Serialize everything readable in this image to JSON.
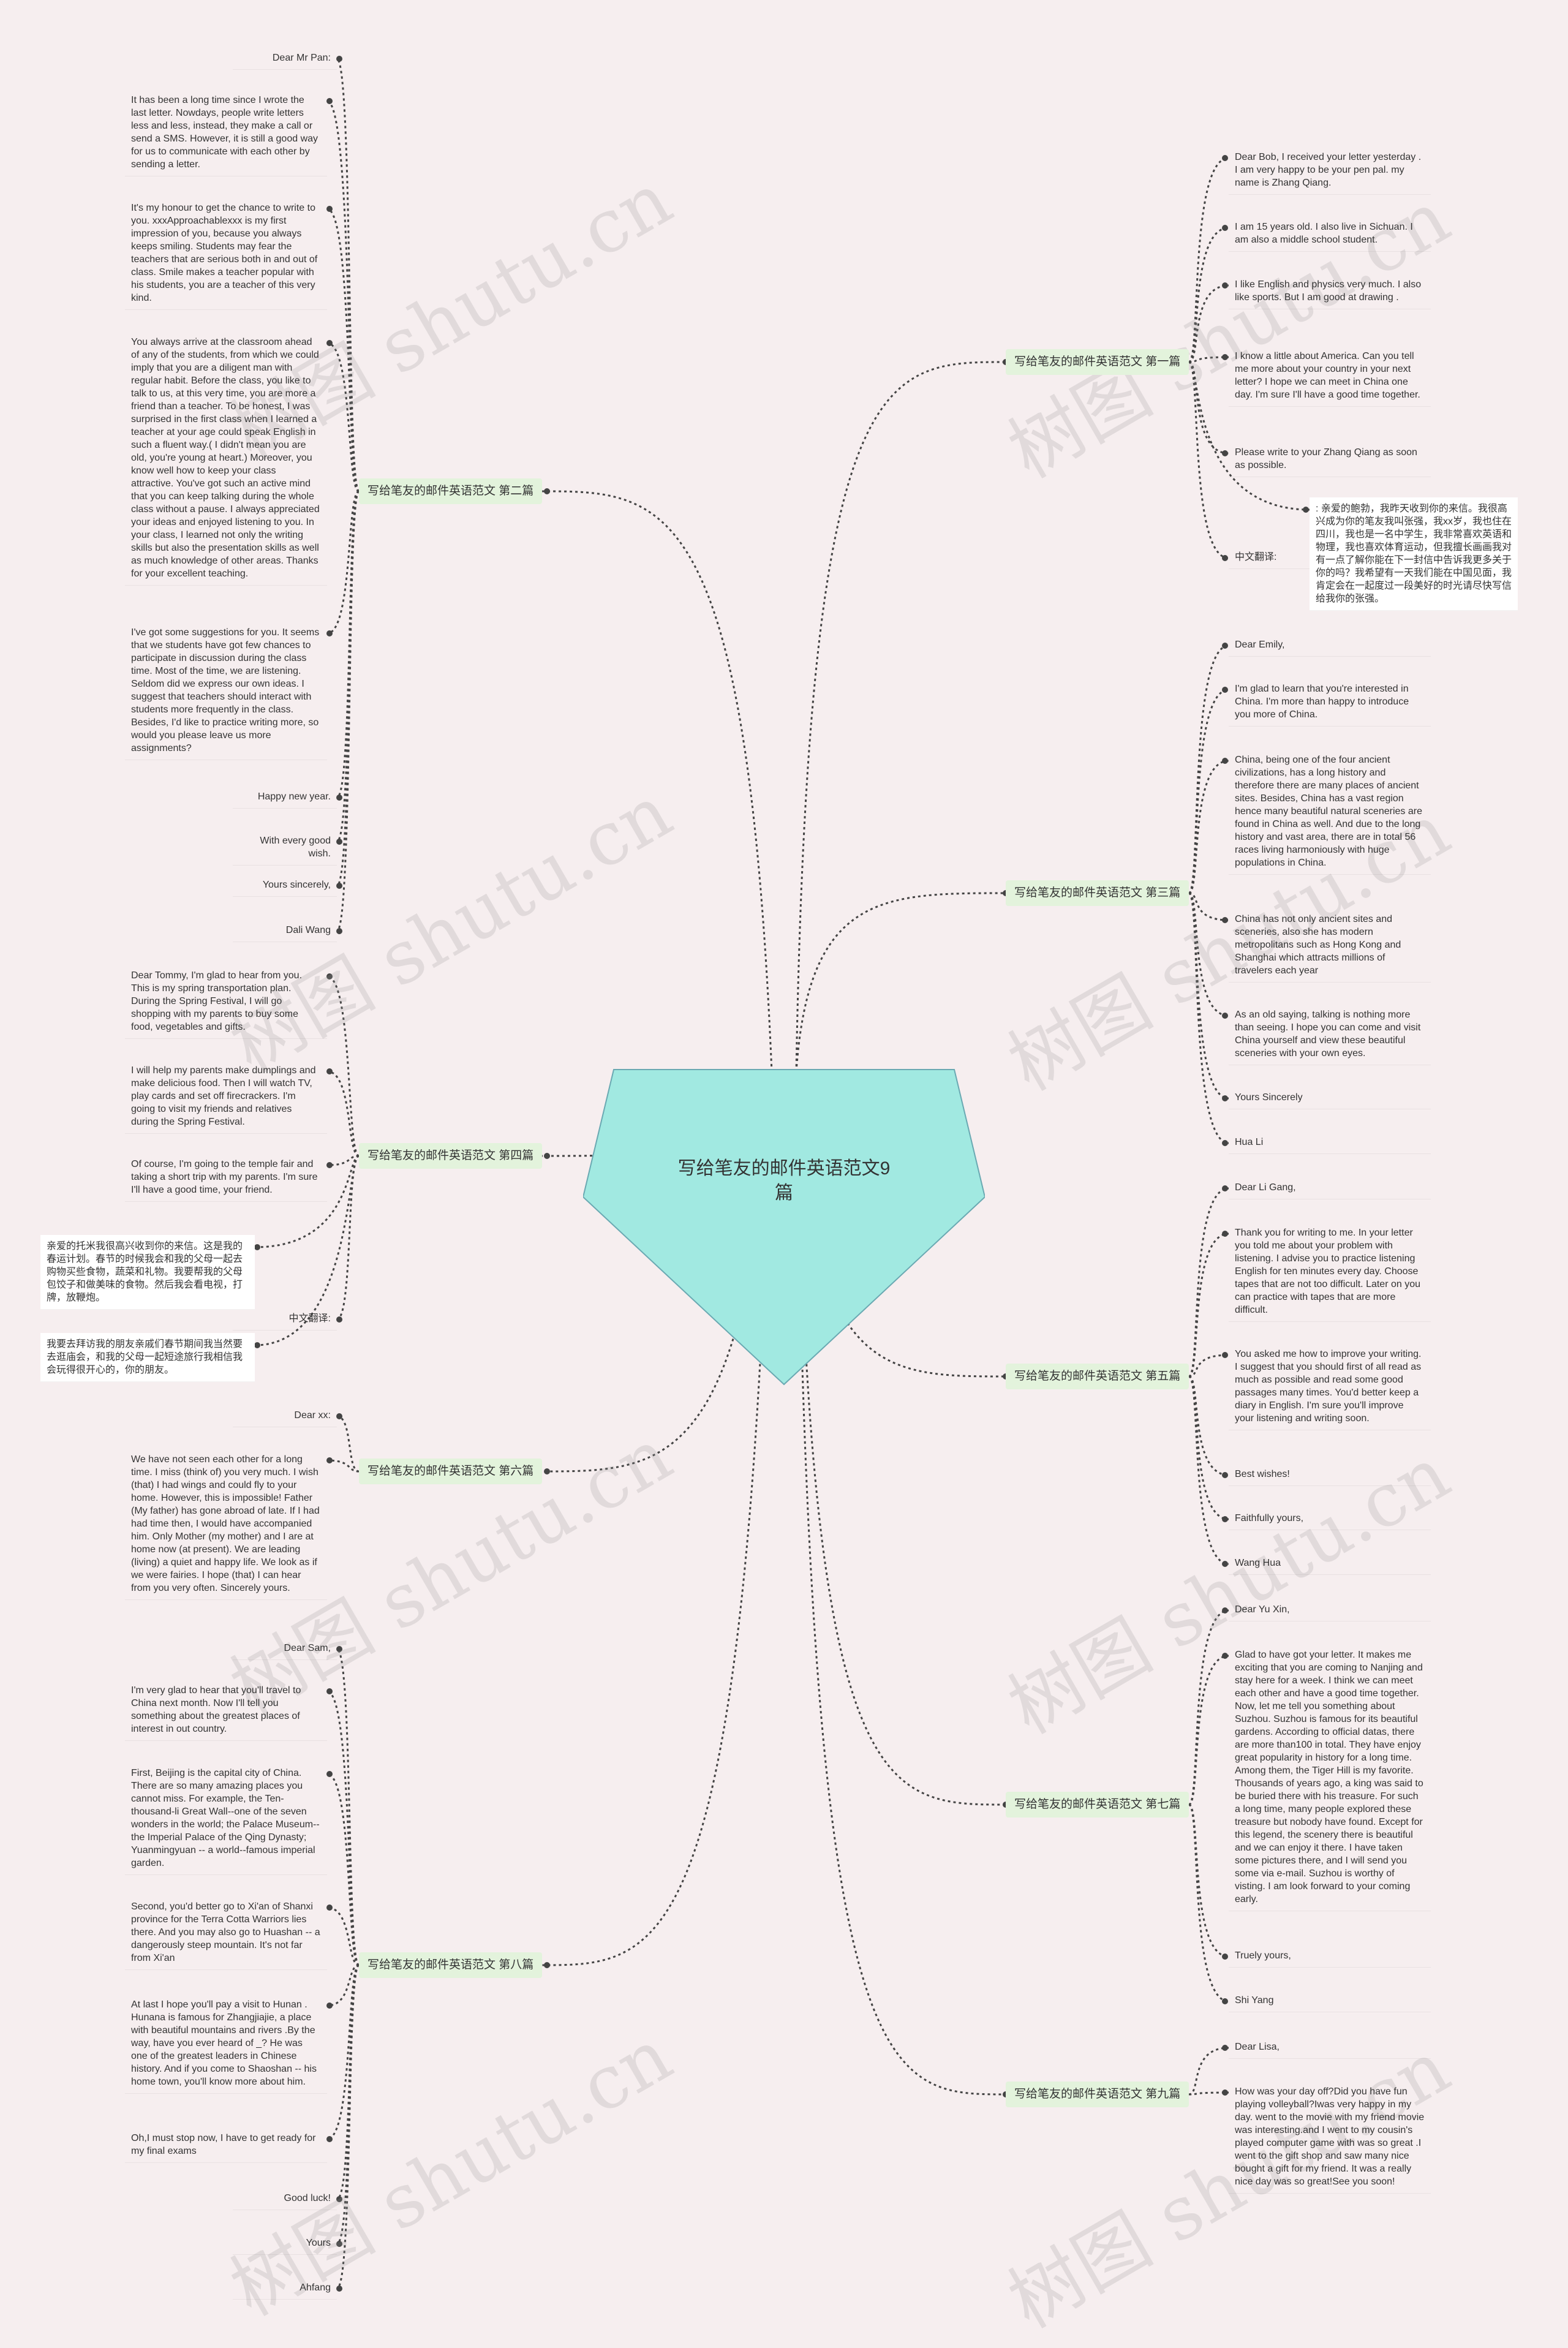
{
  "title": "写给笔友的邮件英语范文9篇",
  "watermarks": [
    "树图 shutu.cn",
    "树图 shutu.cn",
    "树图 shutu.cn",
    "树图 shutu.cn",
    "树图 shutu.cn",
    "树图 shutu.cn",
    "树图 shutu.cn",
    "树图 shutu.cn"
  ],
  "colors": {
    "background": "#f6eeef",
    "center_fill": "#a1e9e1",
    "branch_fill": "#e3f3dc",
    "link": "#444444"
  },
  "branches": {
    "b1": {
      "label": "写给笔友的邮件英语范文 第一篇",
      "items": [
        "Dear Bob, I received your letter yesterday . I am very happy to be your pen pal. my name is Zhang Qiang.",
        "I am 15 years old. I also live in Sichuan. I am also a middle school student.",
        "I like English and physics very much. I also like sports. But I am good at drawing .",
        "I know a little about America. Can you tell me more about your country in your next letter? I hope we can meet in China one day. I'm sure I'll have a good time together.",
        "Please write to your Zhang Qiang as soon as possible."
      ],
      "cn_label": "中文翻译:",
      "cn_text": ": 亲爱的鲍勃，我昨天收到你的来信。我很高兴成为你的笔友我叫张强，我xx岁，我也住在四川，我也是一名中学生，我非常喜欢英语和物理，我也喜欢体育运动，但我擅长画画我对有一点了解你能在下一封信中告诉我更多关于你的吗？我希望有一天我们能在中国见面，我肯定会在一起度过一段美好的时光请尽快写信给我你的张强。"
    },
    "b2": {
      "label": "写给笔友的邮件英语范文 第二篇",
      "items": [
        "Dear Mr Pan:",
        "It has been a long time since I wrote the last letter. Nowdays, people write letters less and less, instead, they make a call or send a SMS. However, it is still a good way for us to communicate with each other by sending a letter.",
        "It's my honour to get the chance to write to you. xxxApproachablexxx is my first impression of you, because you always keeps smiling. Students may fear the teachers that are serious both in and out of class. Smile makes a teacher popular with his students, you are a teacher of this very kind.",
        "You always arrive at the classroom ahead of any of the students, from which we could imply that you are a diligent man with regular habit. Before the class, you like to talk to us, at this very time, you are more a friend than a teacher. To be honest, I was surprised in the first class when I learned a teacher at your age could speak English in such a fluent way.( I didn't mean you are old, you're young at heart.) Moreover, you know well how to keep your class attractive. You've got such an active mind that you can keep talking during the whole class without a pause. I always appreciated your ideas and enjoyed listening to you. In your class, I learned not only the writing skills but also the presentation skills as well as much knowledge of other areas. Thanks for your excellent teaching.",
        "I've got some suggestions for you. It seems that we students have got few chances to participate in discussion during the class time. Most of the time, we are listening. Seldom did we express our own ideas. I suggest that teachers should interact with students more frequently in the class. Besides, I'd like to practice writing more, so would you please leave us more assignments?",
        "Happy new year.",
        "With every good wish.",
        "Yours sincerely,",
        "Dali Wang"
      ]
    },
    "b3": {
      "label": "写给笔友的邮件英语范文 第三篇",
      "items": [
        "Dear Emily,",
        "I'm glad to learn that you're interested in China. I'm more than happy to introduce you more of China.",
        "China, being one of the four ancient civilizations, has a long history and therefore there are many places of ancient sites. Besides, China has a vast region hence many beautiful natural sceneries are found in China as well. And due to the long history and vast area, there are in total 56 races living harmoniously with huge populations in China.",
        "China has not only ancient sites and sceneries, also she has modern metropolitans such as Hong Kong and Shanghai which attracts millions of travelers each year",
        "As an old saying, talking is nothing more than seeing. I hope you can come and visit China yourself and view these beautiful sceneries with your own eyes.",
        "Yours Sincerely",
        "Hua Li"
      ]
    },
    "b4": {
      "label": "写给笔友的邮件英语范文 第四篇",
      "items": [
        "Dear Tommy, I'm glad to hear from you. This is my spring transportation plan. During the Spring Festival, I will go shopping with my parents to buy some food, vegetables and gifts.",
        "I will help my parents make dumplings and make delicious food. Then I will watch TV, play cards and set off firecrackers. I'm going to visit my friends and relatives during the Spring Festival.",
        "Of course, I'm going to the temple fair and taking a short trip with my parents. I'm sure I'll have a good time, your friend."
      ],
      "cn_label": "中文翻译:",
      "cn_items": [
        "亲爱的托米我很高兴收到你的来信。这是我的春运计划。春节的时候我会和我的父母一起去购物买些食物，蔬菜和礼物。我要帮我的父母包饺子和做美味的食物。然后我会看电视，打牌，放鞭炮。",
        "我要去拜访我的朋友亲戚们春节期间我当然要去逛庙会，和我的父母一起短途旅行我相信我会玩得很开心的，你的朋友。"
      ]
    },
    "b5": {
      "label": "写给笔友的邮件英语范文 第五篇",
      "items": [
        "Dear Li Gang,",
        "Thank you for writing to me. In your letter you told me about your problem with listening. I advise you to practice listening English for ten minutes every day. Choose tapes that are not too difficult. Later on you can practice with tapes that are more difficult.",
        "You asked me how to improve your writing. I suggest that you should first of all read as much as possible and read some good passages many times. You'd better keep a diary in English. I'm sure you'll improve your listening and writing soon.",
        "Best wishes!",
        "Faithfully yours,",
        "Wang Hua"
      ]
    },
    "b6": {
      "label": "写给笔友的邮件英语范文 第六篇",
      "items": [
        "Dear xx:",
        "We have not seen each other for a long time. I miss (think of) you very much. I wish (that) I had wings and could fly to your home. However, this is impossible! Father (My father) has gone abroad of late. If I had had time then, I would have accompanied him. Only Mother (my mother) and I are at home now (at present). We are leading (living) a quiet and happy life. We look as if we were fairies. I hope (that) I can hear from you very often. Sincerely yours."
      ]
    },
    "b7": {
      "label": "写给笔友的邮件英语范文 第七篇",
      "items": [
        "Dear Yu Xin,",
        "Glad to have got your letter. It makes me exciting that you are coming to Nanjing and stay here for a week. I think we can meet each other and have a good time together. Now, let me tell you something about Suzhou. Suzhou is famous for its beautiful gardens. According to official datas, there are more than100 in total. They have enjoy great popularity in history for a long time. Among them, the Tiger Hill is my favorite. Thousands of years ago, a king was said to be buried there with his treasure. For such a long time, many people explored these treasure but nobody have found. Except for this legend, the scenery there is beautiful and we can enjoy it there. I have taken some pictures there, and I will send you some via e-mail. Suzhou is worthy of visting. I am look forward to your coming early.",
        "Truely yours,",
        "Shi Yang"
      ]
    },
    "b8": {
      "label": "写给笔友的邮件英语范文 第八篇",
      "items": [
        "Dear Sam,",
        "I'm very glad to hear that you'll travel to China next month. Now I'll tell you something about the greatest places of interest in out country.",
        "First, Beijing is the capital city of China. There are so many amazing places you cannot miss. For example, the Ten-thousand-li Great Wall--one of the seven wonders in the world; the Palace Museum--the Imperial Palace of the Qing Dynasty; Yuanmingyuan -- a world--famous imperial garden.",
        "Second, you'd better go to Xi'an of Shanxi province for the Terra Cotta Warriors lies there. And you may also go to Huashan -- a dangerously steep mountain. It's not far from Xi'an",
        "At last I hope you'll pay a visit to Hunan . Hunana is famous for Zhangjiajie, a place with beautiful mountains and rivers .By the way, have you ever heard of _? He was one of the greatest leaders in Chinese history. And if you come to Shaoshan -- his home town, you'll know more about him.",
        "Oh,I must stop now, I have to get ready for my final exams",
        "Good luck!",
        "Yours",
        "Ahfang"
      ]
    },
    "b9": {
      "label": "写给笔友的邮件英语范文 第九篇",
      "items": [
        "Dear Lisa,",
        "How was your day off?Did you have fun playing volleyball?Iwas very happy in my day. went to the movie with my friend movie was interesting.and I went to my cousin's played computer game with was so great .I went to the gift shop and saw many nice bought a gift for my friend. It was a really nice day was so great!See you soon!"
      ]
    }
  }
}
